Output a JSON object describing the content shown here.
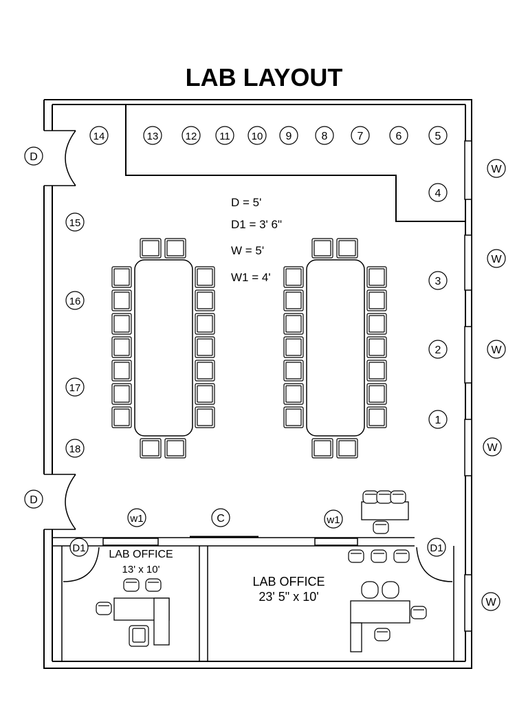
{
  "title": "LAB LAYOUT",
  "legend": {
    "d": "D = 5'",
    "d1": "D1 = 3' 6\"",
    "w": "W = 5'",
    "w1": "W1 = 4'"
  },
  "stations": [
    "1",
    "2",
    "3",
    "4",
    "5",
    "6",
    "7",
    "8",
    "9",
    "10",
    "11",
    "12",
    "13",
    "14",
    "15",
    "16",
    "17",
    "18"
  ],
  "markers": {
    "door": "D",
    "door_small": "D1",
    "window": "W",
    "window_small": "w1",
    "c": "C"
  },
  "offices": {
    "small": {
      "name": "LAB OFFICE",
      "size": "13'  x  10'"
    },
    "large": {
      "name": "LAB OFFICE",
      "size": "23' 5\"  x  10'"
    }
  },
  "colors": {
    "line": "#000000",
    "background": "#ffffff"
  }
}
